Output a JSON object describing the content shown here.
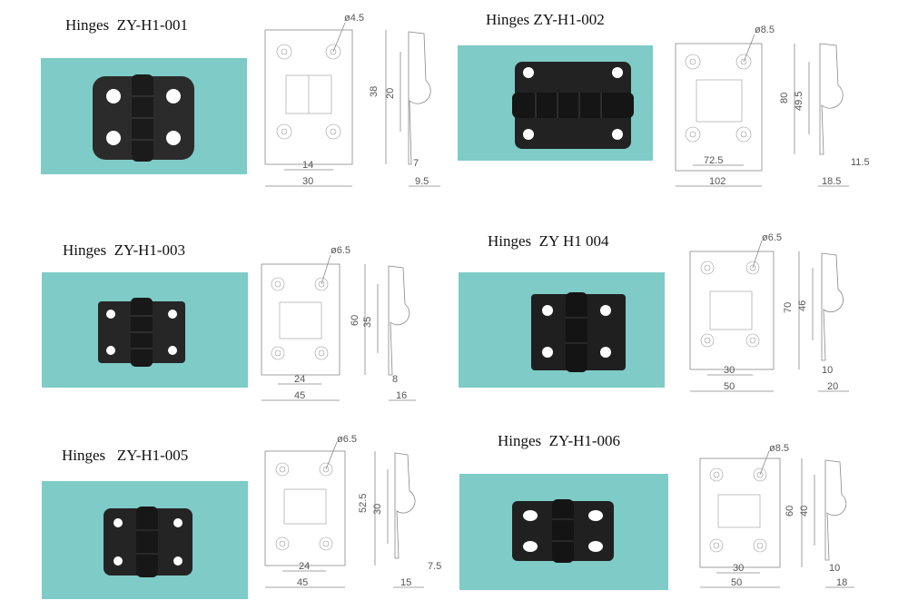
{
  "products": [
    {
      "hinges_label": "Hinges",
      "model": "ZY-H1-001",
      "colors": {
        "photo_bg": "#7ecbc7",
        "hinge": "#2a2a2a"
      },
      "dims": {
        "hole": "ø4.5",
        "width_total": "30",
        "width_gap": "14",
        "height_total": "38",
        "height_inner": "20",
        "thickness": "7",
        "depth": "9.5"
      }
    },
    {
      "hinges_label": "Hinges",
      "model": "ZY-H1-002",
      "colors": {
        "photo_bg": "#7ecbc7",
        "hinge": "#1f1f1f"
      },
      "dims": {
        "hole": "ø8.5",
        "width_total": "102",
        "width_gap": "72.5",
        "height_total": "80",
        "height_inner": "49.5",
        "thickness": "11.5",
        "depth": "18.5"
      }
    },
    {
      "hinges_label": "Hinges",
      "model": "ZY-H1-003",
      "colors": {
        "photo_bg": "#7ecbc7",
        "hinge": "#222"
      },
      "dims": {
        "hole": "ø6.5",
        "width_total": "45",
        "width_gap": "24",
        "height_total": "60",
        "height_inner": "35",
        "thickness": "8",
        "depth": "16"
      }
    },
    {
      "hinges_label": "Hinges",
      "model": "ZY H1 004",
      "colors": {
        "photo_bg": "#7ecbc7",
        "hinge": "#1d1d1d"
      },
      "dims": {
        "hole": "ø6.5",
        "width_total": "50",
        "width_gap": "30",
        "height_total": "70",
        "height_inner": "46",
        "thickness": "10",
        "depth": "20"
      }
    },
    {
      "hinges_label": "Hinges",
      "model": "ZY-H1-005",
      "colors": {
        "photo_bg": "#7ecbc7",
        "hinge": "#202020"
      },
      "dims": {
        "hole": "ø6.5",
        "width_total": "45",
        "width_gap": "24",
        "height_total": "52.5",
        "height_inner": "30",
        "thickness": "7.5",
        "depth": "15"
      }
    },
    {
      "hinges_label": "Hinges",
      "model": "ZY-H1-006",
      "colors": {
        "photo_bg": "#7ecbc7",
        "hinge": "#1e1e1e"
      },
      "dims": {
        "hole": "ø8.5",
        "width_total": "50",
        "width_gap": "30",
        "height_total": "60",
        "height_inner": "40",
        "thickness": "10",
        "depth": "18"
      }
    }
  ]
}
